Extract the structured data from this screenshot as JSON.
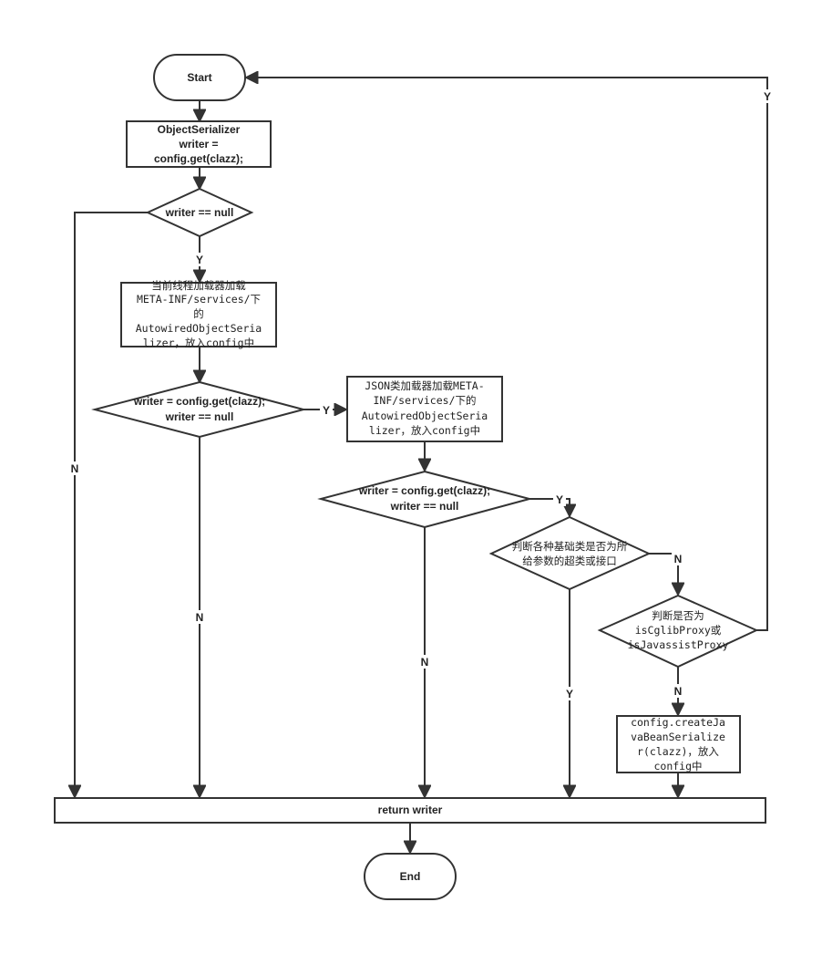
{
  "nodes": {
    "start": "Start",
    "get_writer": [
      "ObjectSerializer",
      "writer =",
      "config.get(clazz);"
    ],
    "check_null": "writer == null",
    "thread_loader": [
      "当前线程加载器加载",
      "META-INF/services/下",
      "的",
      "AutowiredObjectSeria",
      "lizer，放入config中"
    ],
    "check_null_2": [
      "writer = config.get(clazz);",
      "writer == null"
    ],
    "json_loader": [
      "JSON类加载器加载META-",
      "INF/services/下的",
      "AutowiredObjectSeria",
      "lizer，放入config中"
    ],
    "check_null_3": [
      "writer = config.get(clazz);",
      "writer == null"
    ],
    "check_super": [
      "判断各种基础类是否为所",
      "给参数的超类或接口"
    ],
    "check_proxy": [
      "判断是否为",
      "isCglibProxy或",
      "isJavassistProxy"
    ],
    "create_bean": [
      "config.createJa",
      "vaBeanSerialize",
      "r(clazz)，放入",
      "config中"
    ],
    "return_writer": "return writer",
    "end": "End"
  },
  "edge_labels": {
    "yes": "Y",
    "no": "N"
  }
}
